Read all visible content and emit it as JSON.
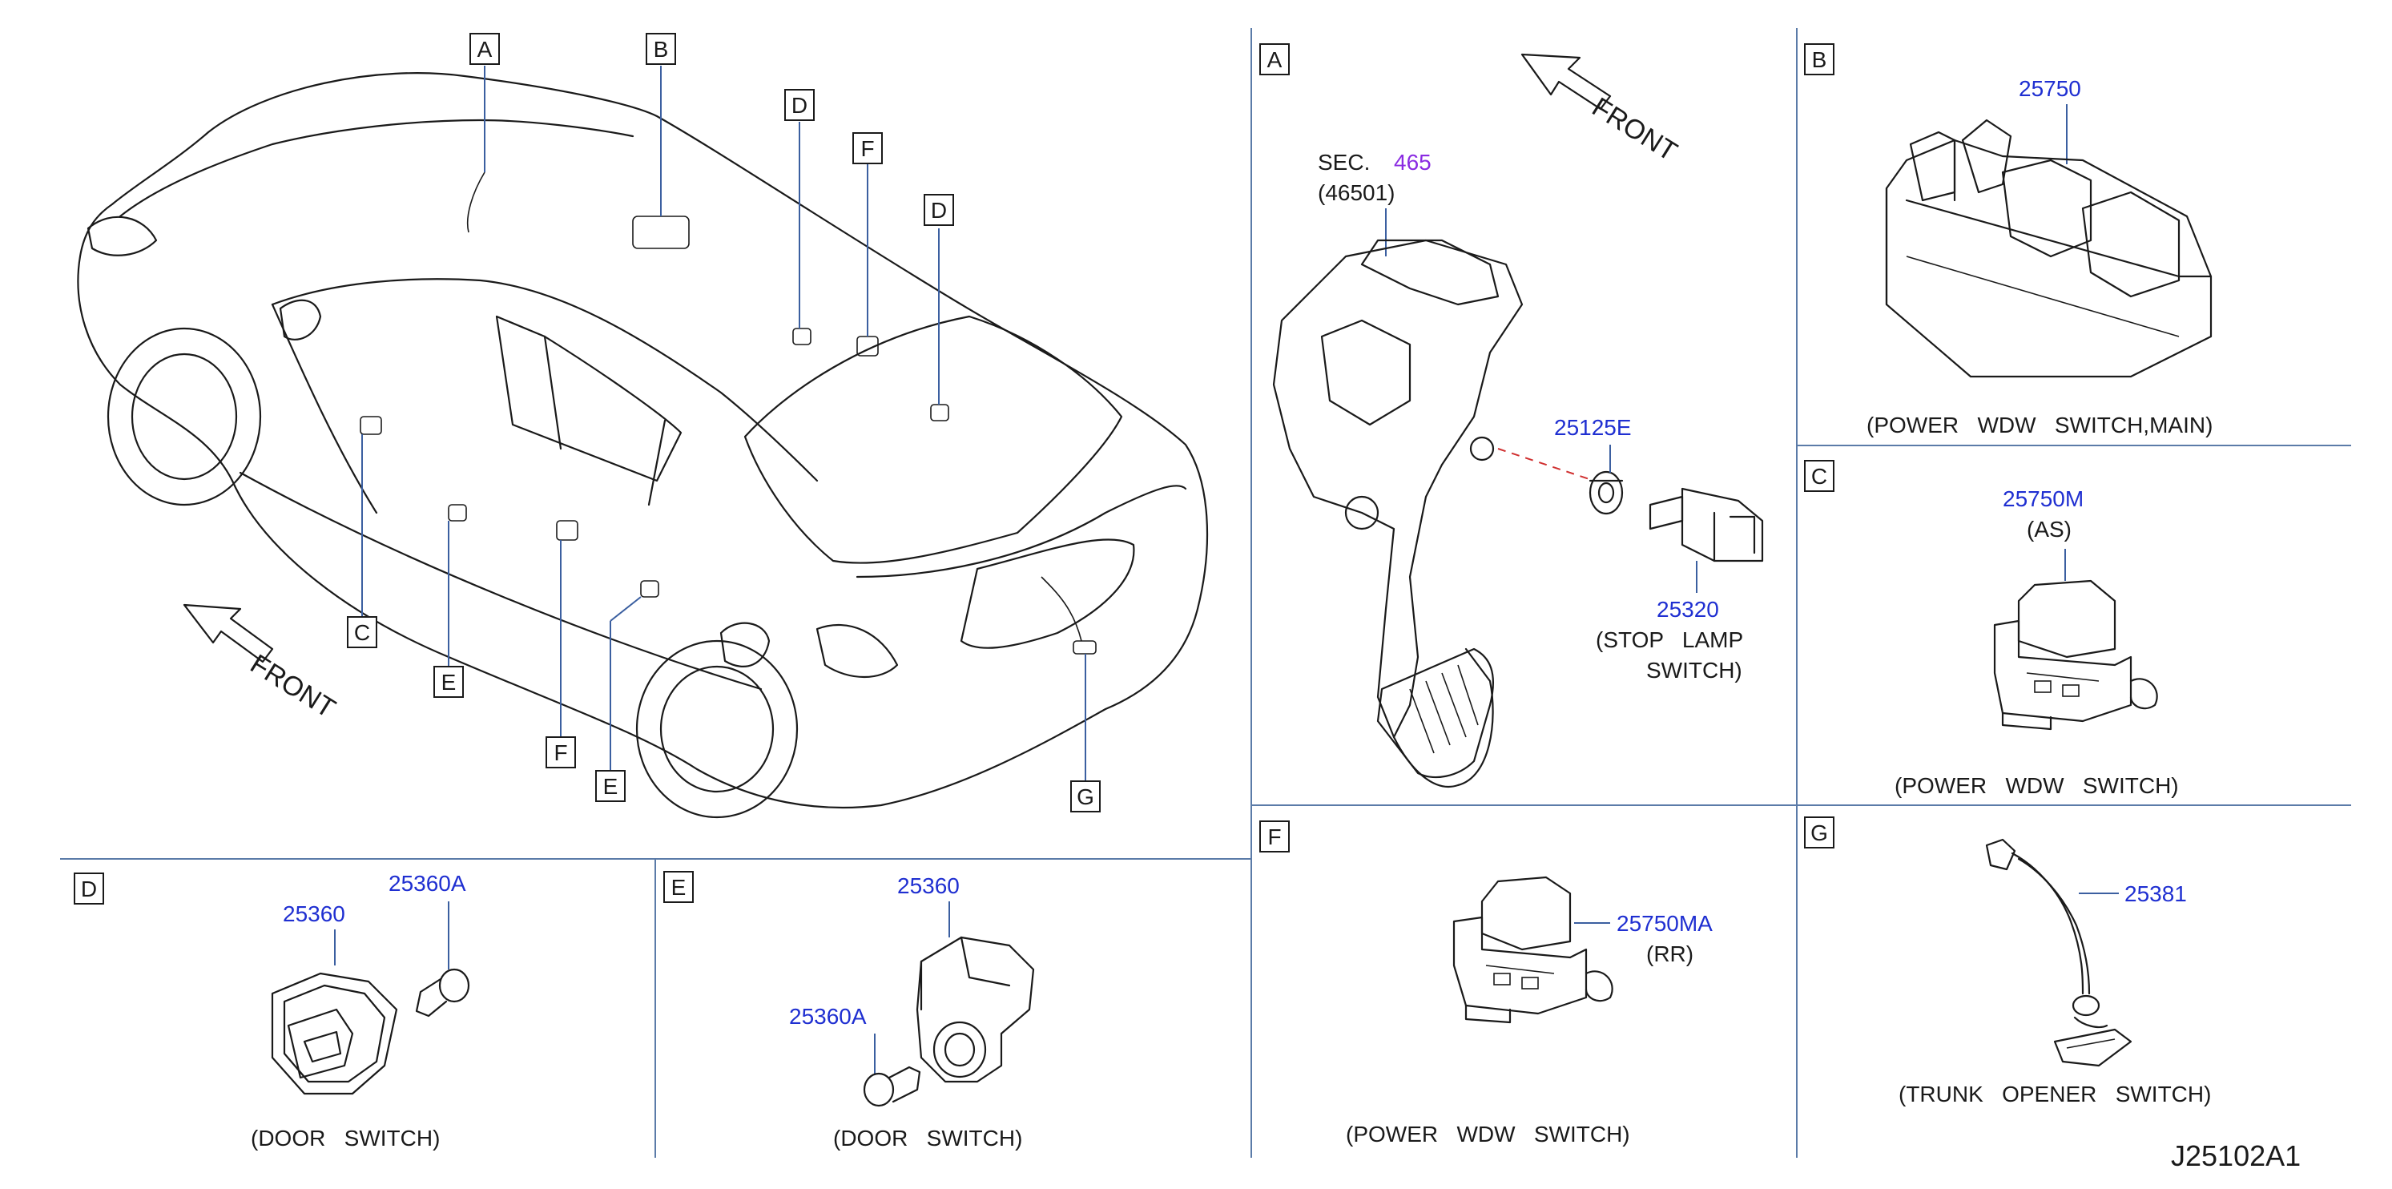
{
  "diagram_code": "J25102A1",
  "front_label": "FRONT",
  "overview": {
    "callouts": [
      "A",
      "B",
      "D",
      "F",
      "D",
      "C",
      "E",
      "F",
      "E",
      "G"
    ]
  },
  "panels": {
    "A": {
      "letter": "A",
      "sec_label": "SEC.",
      "sec_number": "465",
      "sec_sub": "(46501)",
      "part_clip": "25125E",
      "part_switch": "25320",
      "caption_line1": "(STOP   LAMP",
      "caption_line2": "SWITCH)"
    },
    "B": {
      "letter": "B",
      "part": "25750",
      "caption": "(POWER   WDW   SWITCH,MAIN)"
    },
    "C": {
      "letter": "C",
      "part": "25750M",
      "sub": "(AS)",
      "caption": "(POWER   WDW   SWITCH)"
    },
    "D": {
      "letter": "D",
      "part_switch": "25360",
      "part_clip": "25360A",
      "caption": "(DOOR   SWITCH)"
    },
    "E": {
      "letter": "E",
      "part_switch": "25360",
      "part_clip": "25360A",
      "caption": "(DOOR   SWITCH)"
    },
    "F": {
      "letter": "F",
      "part": "25750MA",
      "sub": "(RR)",
      "caption": "(POWER   WDW   SWITCH)"
    },
    "G": {
      "letter": "G",
      "part": "25381",
      "caption": "(TRUNK   OPENER   SWITCH)"
    }
  }
}
